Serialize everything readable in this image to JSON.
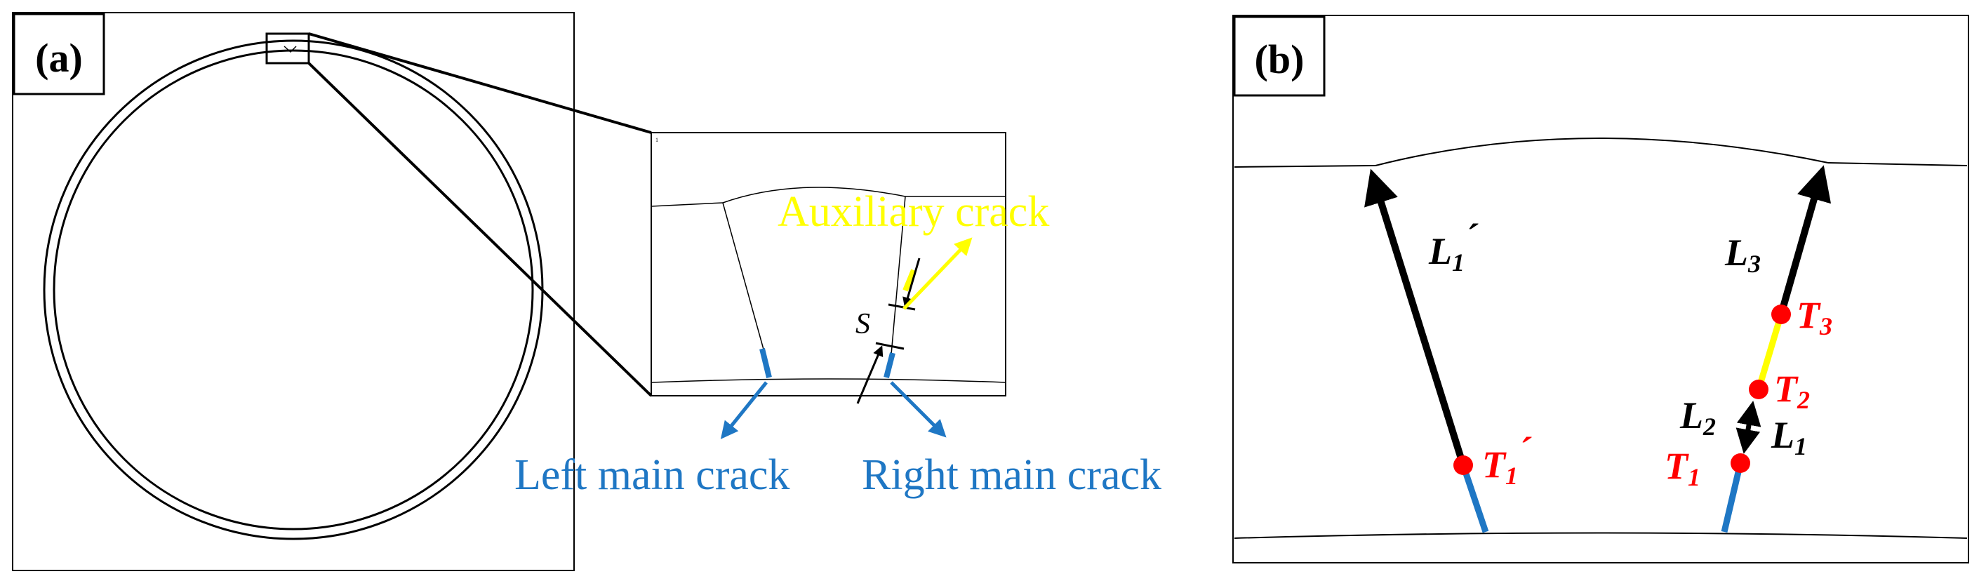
{
  "panel_a": {
    "label": "(a)",
    "auxiliary_crack": "Auxiliary crack",
    "spacing_symbol": "S",
    "left_main_crack": "Left main crack",
    "right_main_crack": "Right main crack"
  },
  "panel_b": {
    "label": "(b)",
    "L1_prime": "L",
    "L1_prime_sub": "1",
    "L1_prime_mark": "´",
    "L3": "L",
    "L3_sub": "3",
    "L2": "L",
    "L2_sub": "2",
    "L1": "L",
    "L1_sub": "1",
    "T1_prime": "T",
    "T1_prime_sub": "1",
    "T1_prime_mark": "´",
    "T1": "T",
    "T1_sub": "1",
    "T2": "T",
    "T2_sub": "2",
    "T3": "T",
    "T3_sub": "3"
  },
  "colors": {
    "main_crack": "#1f77c4",
    "auxiliary": "#ffff00",
    "tip_point": "#ff0000",
    "tip_label": "#ff0000",
    "line": "#000000"
  }
}
